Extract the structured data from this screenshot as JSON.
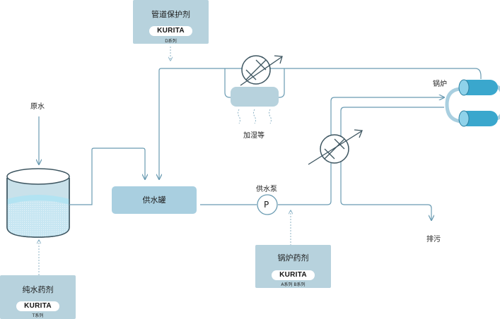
{
  "labels": {
    "raw_water": "原水",
    "pipe_agent": "管道保护剂",
    "humidify": "加湿等",
    "boiler": "锅炉",
    "feed_tank": "供水罐",
    "feed_pump": "供水泵",
    "drain": "排污",
    "pump_symbol": "P"
  },
  "boxes": {
    "pipe": {
      "title": "管道保护剂",
      "brand": "KURITA",
      "series": "D系列"
    },
    "boiler_chem": {
      "title": "锅炉药剂",
      "brand": "KURITA",
      "series": "A系列 B系列"
    },
    "water_chem": {
      "title": "纯水药剂",
      "brand": "KURITA",
      "series": "T系列"
    }
  },
  "colors": {
    "pipe": "#6a9bb2",
    "box": "#b7d2dd",
    "tank_fill": "#a9cfe0",
    "boiler": "#3aa7cd",
    "dotted": "#8cb3c6"
  }
}
